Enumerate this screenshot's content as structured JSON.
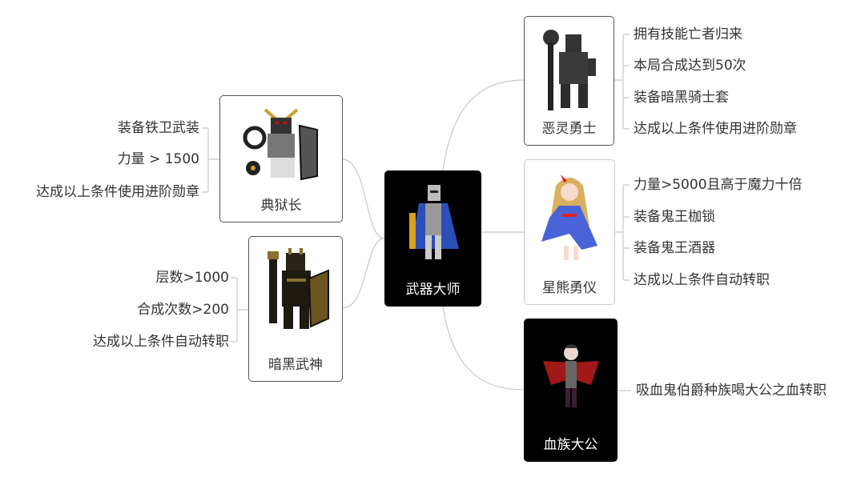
{
  "root": {
    "label": "武器大师",
    "icon": "armored-knight-sprite"
  },
  "branches": [
    {
      "label": "典狱长",
      "icon": "warden-sprite",
      "conditions": [
        "装备铁卫武装",
        "力量 > 1500",
        "达成以上条件使用进阶勋章"
      ]
    },
    {
      "label": "暗黑武神",
      "icon": "dark-war-god-sprite",
      "conditions": [
        "层数>1000",
        "合成次数>200",
        "达成以上条件自动转职"
      ]
    },
    {
      "label": "恶灵勇士",
      "icon": "wraith-warrior-sprite",
      "conditions": [
        "拥有技能亡者归来",
        "本局合成达到50次",
        "装备暗黑骑士套",
        "达成以上条件使用进阶勋章"
      ]
    },
    {
      "label": "星熊勇仪",
      "icon": "hoshiguma-yuugi-sprite",
      "conditions": [
        "力量>5000且高于魔力十倍",
        "装备鬼王枷锁",
        "装备鬼王酒器",
        "达成以上条件自动转职"
      ]
    },
    {
      "label": "血族大公",
      "icon": "vampire-duke-sprite",
      "conditions": [
        "吸血鬼伯爵种族喝大公之血转职"
      ]
    }
  ],
  "colors": {
    "line": "#c8c8c8",
    "text": "#333333",
    "dark_node": "#000000"
  }
}
